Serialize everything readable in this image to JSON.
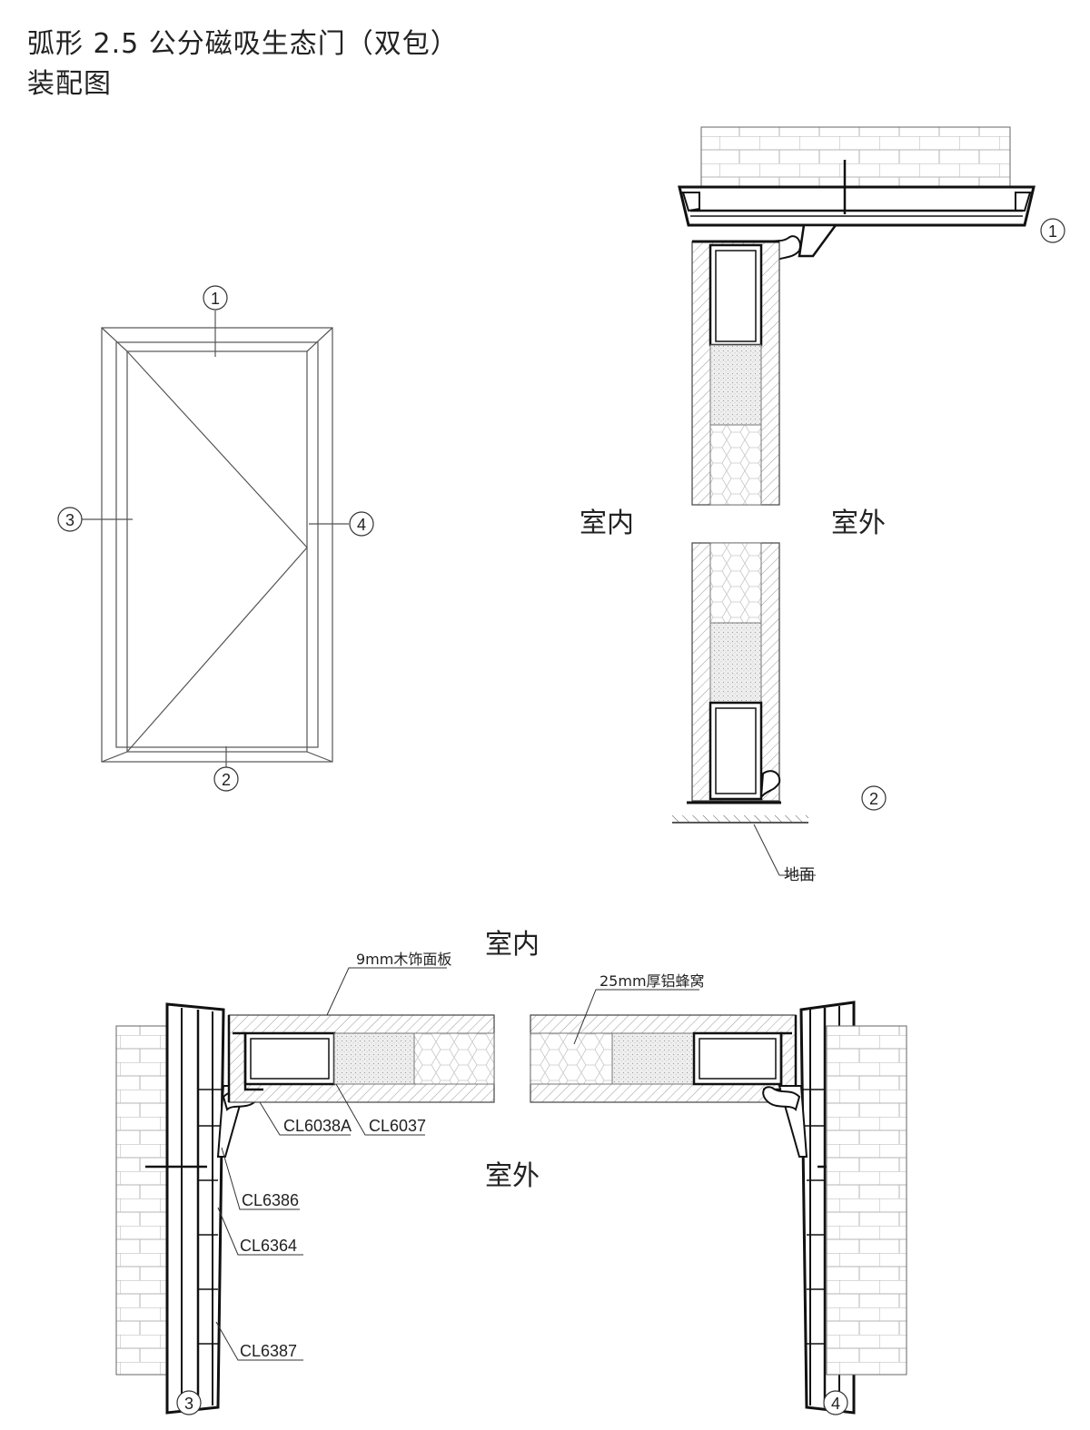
{
  "title": {
    "line1": "弧形 2.5 公分磁吸生态门（双包）",
    "line2": "装配图"
  },
  "markers": {
    "m1": "1",
    "m2": "2",
    "m3": "3",
    "m4": "4"
  },
  "labels": {
    "indoor": "室内",
    "outdoor": "室外",
    "ground": "地面",
    "wood_panel": "9mm木饰面板",
    "honeycomb": "25mm厚铝蜂窝",
    "cl6038a": "CL6038A",
    "cl6037": "CL6037",
    "cl6386": "CL6386",
    "cl6364": "CL6364",
    "cl6387": "CL6387"
  }
}
